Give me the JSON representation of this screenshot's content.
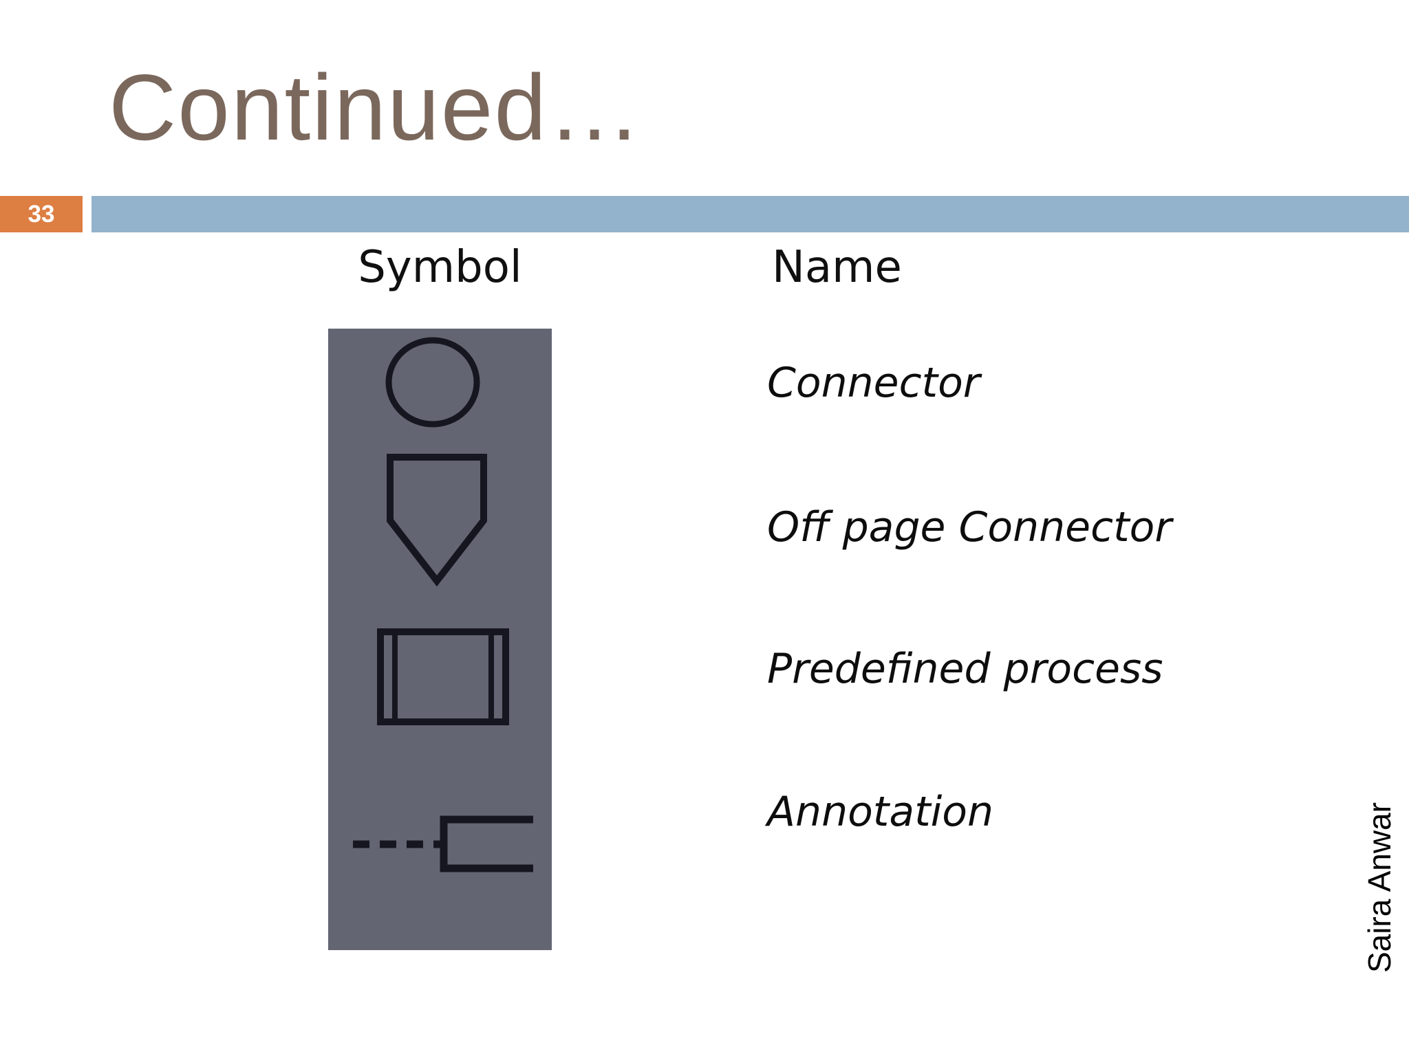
{
  "slide": {
    "title": "Continued…",
    "page_number": "33",
    "author": "Saira Anwar"
  },
  "table": {
    "symbol_header": "Symbol",
    "name_header": "Name",
    "rows": [
      {
        "symbol": "connector-circle",
        "name": "Connector"
      },
      {
        "symbol": "off-page-connector-pentagon",
        "name": "Off page Connector"
      },
      {
        "symbol": "predefined-process-rectangle",
        "name": "Predefined process"
      },
      {
        "symbol": "annotation-bracket",
        "name": "Annotation"
      }
    ]
  },
  "colors": {
    "title_text": "#7b685c",
    "page_badge_bg": "#dd7e42",
    "page_badge_text": "#ffffff",
    "header_band": "#93b3cd",
    "symbol_panel_bg": "#636573",
    "symbol_stroke": "#15161f",
    "body_text": "#0d0d0d"
  }
}
